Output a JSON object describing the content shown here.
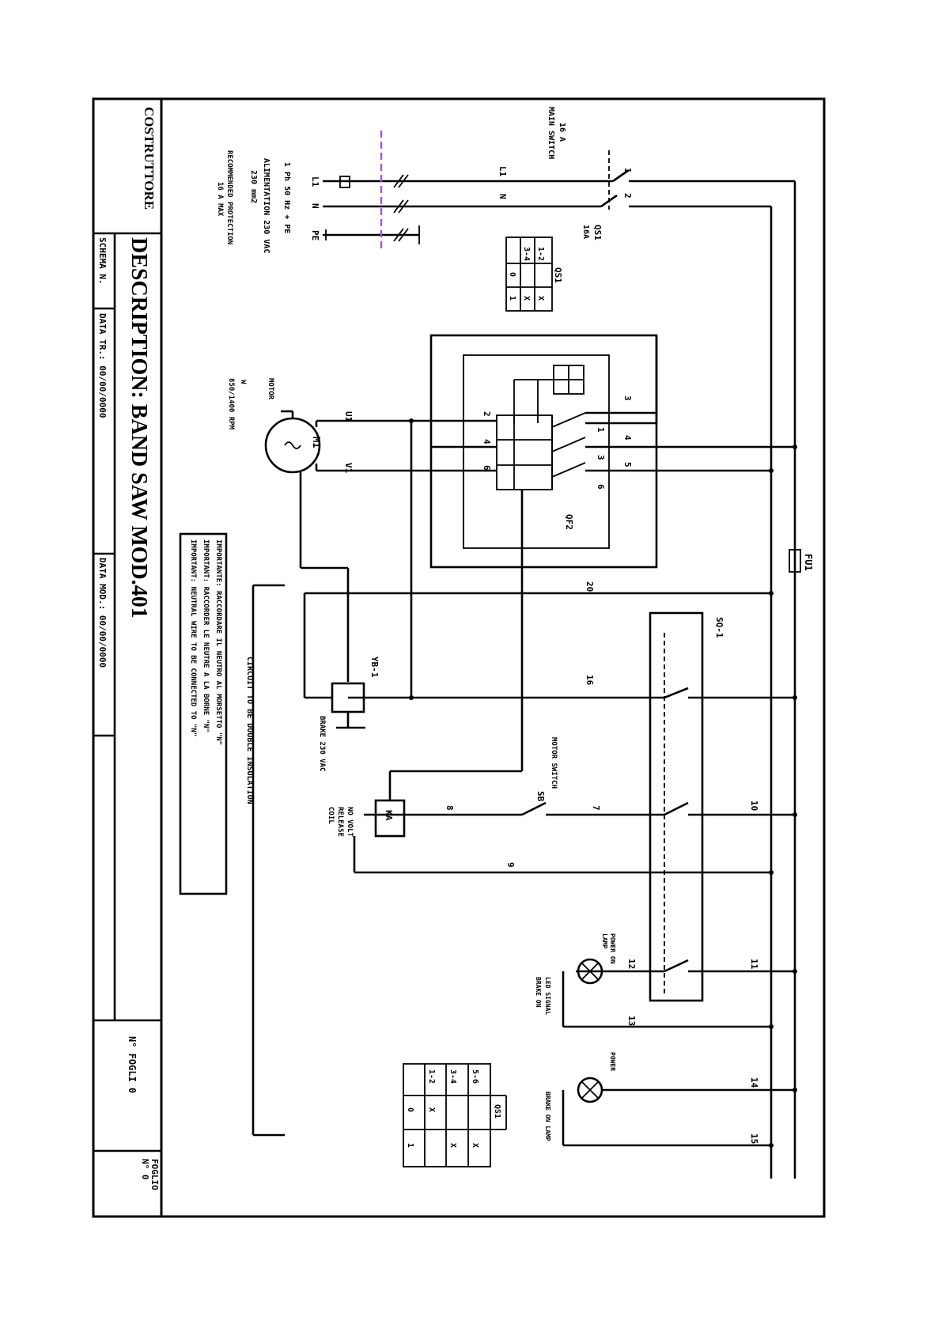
{
  "title_block": {
    "constructor_label": "COSTRUTTORE",
    "description": "DESCRIPTION: BAND SAW MOD.401",
    "scheme_no": "SCHEMA N.",
    "date_tr": "DATA TR.: 00/00/0000",
    "date_mod": "DATA MOD.: 00/00/0000",
    "page_no": "N° FOGLI 0",
    "sheet_label": "FOGLIO",
    "sheet_no": "N° 0"
  },
  "labels": {
    "main_switch": "MAIN SWITCH",
    "main_switch_sub": "16 A",
    "qs1": "QS1",
    "qs1_sub": "16A",
    "fu1": "FU1",
    "qf2": "QF2",
    "motor": "MOTOR",
    "m1": "M1",
    "u1": "U1",
    "v1": "V1",
    "power_note": "1 Ph 50 Hz + PE",
    "power_voltage": "ALIMENTATION 230 VAC",
    "power_current": "230 mm2",
    "power_supply_note": "RECOMMENDED PROTECTION",
    "power_supply_note2": "16 A MAX",
    "motor_note": "W",
    "motor_note2": "850/1400 RPM",
    "ybr": "YB-1",
    "brake": "BRAKE 230 VAC",
    "sq1": "SQ-1",
    "ka": "KA",
    "no_volt": "NO VOLT",
    "no_volt2": "RELEASE",
    "no_volt3": "COIL",
    "motor_switch": "MOTOR SWITCH",
    "sb": "SB",
    "lamp1": "POWER ON",
    "lamp1_sub": "LAMP",
    "lamp1_note": "LED SIGNAL",
    "lamp1_note2": "BRAKE ON",
    "lamp2": "BRAKE ON LAMP",
    "lamp2_sub": "POWER",
    "circuit_note": "CIRCUIT TO BE DOUBLE INSULATION",
    "note1": "IMPORTANTE: RACCORDARE IL NEUTRO AL MORSETTO \"N\"",
    "note2": "IMPORTANT: RACCORDER LE NEUTRE A LA BORNE \"N\"",
    "note3": "IMPORTANT: NEUTRAL WIRE TO BE CONNECTED TO \"N\"",
    "l1": "L1",
    "n": "N",
    "pe": "PE",
    "l1_top": "L1",
    "n_top": "N"
  },
  "wire_numbers": [
    "1",
    "2",
    "3",
    "4",
    "5",
    "6",
    "7",
    "8",
    "9",
    "10",
    "11",
    "12",
    "13",
    "14",
    "15",
    "16",
    "20"
  ],
  "table_qs1": {
    "header": "QS1",
    "rows": [
      [
        "0",
        "1"
      ],
      [
        "1-2",
        "X"
      ],
      [
        "3-4",
        "X"
      ]
    ]
  },
  "table_sq1": {
    "header": "QS1",
    "rows": [
      [
        "0",
        "1"
      ],
      [
        "1-2",
        "X"
      ],
      [
        "3-4",
        "X"
      ],
      [
        "5-6",
        "X"
      ]
    ]
  },
  "colors": {
    "ink": "#000000",
    "pe_dash": "#a05ac8"
  }
}
